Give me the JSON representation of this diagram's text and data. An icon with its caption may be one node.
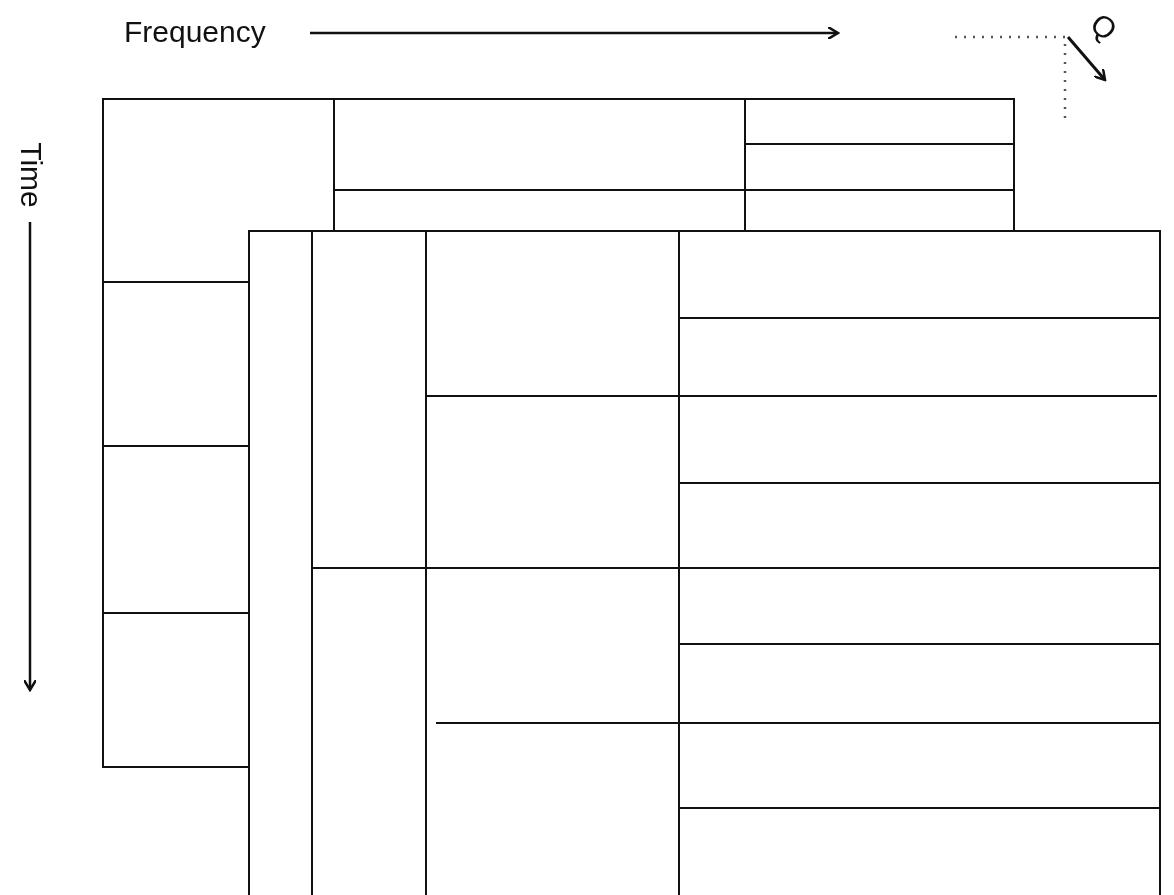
{
  "diagram": {
    "labels": [
      "Frequency",
      "Q",
      "Time"
    ]
  }
}
